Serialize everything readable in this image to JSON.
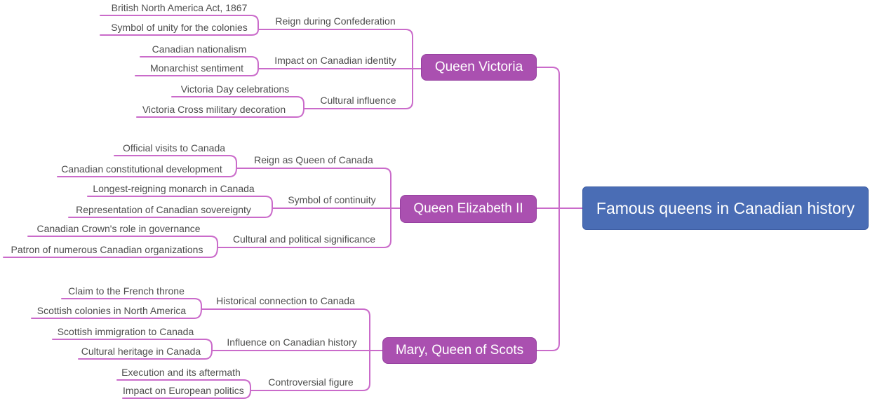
{
  "root": {
    "label": "Famous queens in Canadian history"
  },
  "colors": {
    "root_fill": "#4a6db5",
    "branch_fill": "#aa50b0",
    "connector": "#ca6bca",
    "text": "#4d4d4d"
  },
  "branches": [
    {
      "label": "Queen Victoria",
      "topics": [
        {
          "label": "Reign during Confederation",
          "children": [
            "British North America Act, 1867",
            "Symbol of unity for the colonies"
          ]
        },
        {
          "label": "Impact on Canadian identity",
          "children": [
            "Canadian nationalism",
            "Monarchist sentiment"
          ]
        },
        {
          "label": "Cultural influence",
          "children": [
            "Victoria Day celebrations",
            "Victoria Cross military decoration"
          ]
        }
      ]
    },
    {
      "label": "Queen Elizabeth II",
      "topics": [
        {
          "label": "Reign as Queen of Canada",
          "children": [
            "Official visits to Canada",
            "Canadian constitutional development"
          ]
        },
        {
          "label": "Symbol of continuity",
          "children": [
            "Longest-reigning monarch in Canada",
            "Representation of Canadian sovereignty"
          ]
        },
        {
          "label": "Cultural and political significance",
          "children": [
            "Canadian Crown's role in governance",
            "Patron of numerous Canadian organizations"
          ]
        }
      ]
    },
    {
      "label": "Mary, Queen of Scots",
      "topics": [
        {
          "label": "Historical connection to Canada",
          "children": [
            "Claim to the French throne",
            "Scottish colonies in North America"
          ]
        },
        {
          "label": "Influence on Canadian history",
          "children": [
            "Scottish immigration to Canada",
            "Cultural heritage in Canada"
          ]
        },
        {
          "label": "Controversial figure",
          "children": [
            "Execution and its aftermath",
            "Impact on European politics"
          ]
        }
      ]
    }
  ]
}
